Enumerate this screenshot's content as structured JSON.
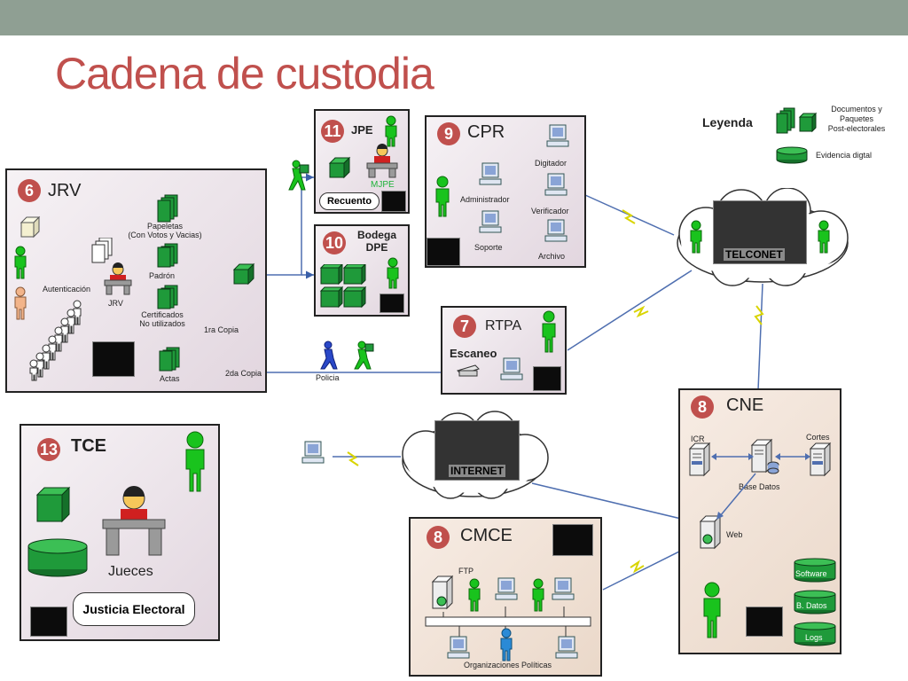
{
  "title": "Cadena de custodia",
  "legend": {
    "title": "Leyenda",
    "docs": "Documentos y Paquetes Post-electorales",
    "docs_lines": [
      "Documentos y",
      "Paquetes",
      "Post-electorales"
    ],
    "digital": "Evidencia digtal"
  },
  "jrv": {
    "number": "6",
    "title": "JRV",
    "papeletas": [
      "Papeletas",
      "(Con Votos y Vacias)"
    ],
    "padron": "Padrón",
    "certificados": [
      "Certificados",
      "No utilizados"
    ],
    "actas": "Actas",
    "autenticacion": "Autenticación",
    "jrv_label": "JRV",
    "copia1": "1ra Copia",
    "copia2": "2da Copia",
    "policia": "Policia"
  },
  "jpe": {
    "number": "11",
    "title": "JPE",
    "mjpe": "MJPE",
    "recuento": "Recuento"
  },
  "bodega": {
    "number": "10",
    "title": [
      "Bodega",
      "DPE"
    ]
  },
  "cpr": {
    "number": "9",
    "title": "CPR",
    "digitador": "Digitador",
    "administrador": "Administrador",
    "verificador": "Verificador",
    "soporte": "Soporte",
    "archivo": "Archivo"
  },
  "telconet": "TELCONET",
  "internet": "INTERNET",
  "rtpa": {
    "number": "7",
    "title": "RTPA",
    "escaneo": "Escaneo"
  },
  "cne": {
    "number": "8",
    "title": "CNE",
    "icr": "ICR",
    "cortes": "Cortes",
    "base": "Base Datos",
    "web": "Web",
    "software": "Software",
    "bdatos": "B. Datos",
    "logs": "Logs"
  },
  "tce": {
    "number": "13",
    "title": "TCE",
    "jueces": "Jueces",
    "justicia": "Justicia Electoral"
  },
  "cmce": {
    "number": "8",
    "title": "CMCE",
    "ftp": "FTP",
    "orgs": "Organizaciones Políticas"
  },
  "colors": {
    "title": "#c0504d",
    "badge": "#c0504d",
    "green_person": "#19c31d",
    "box_green": "#1f9a3a",
    "topbar": "#8f9f93",
    "link_line": "#4f6fb0"
  }
}
